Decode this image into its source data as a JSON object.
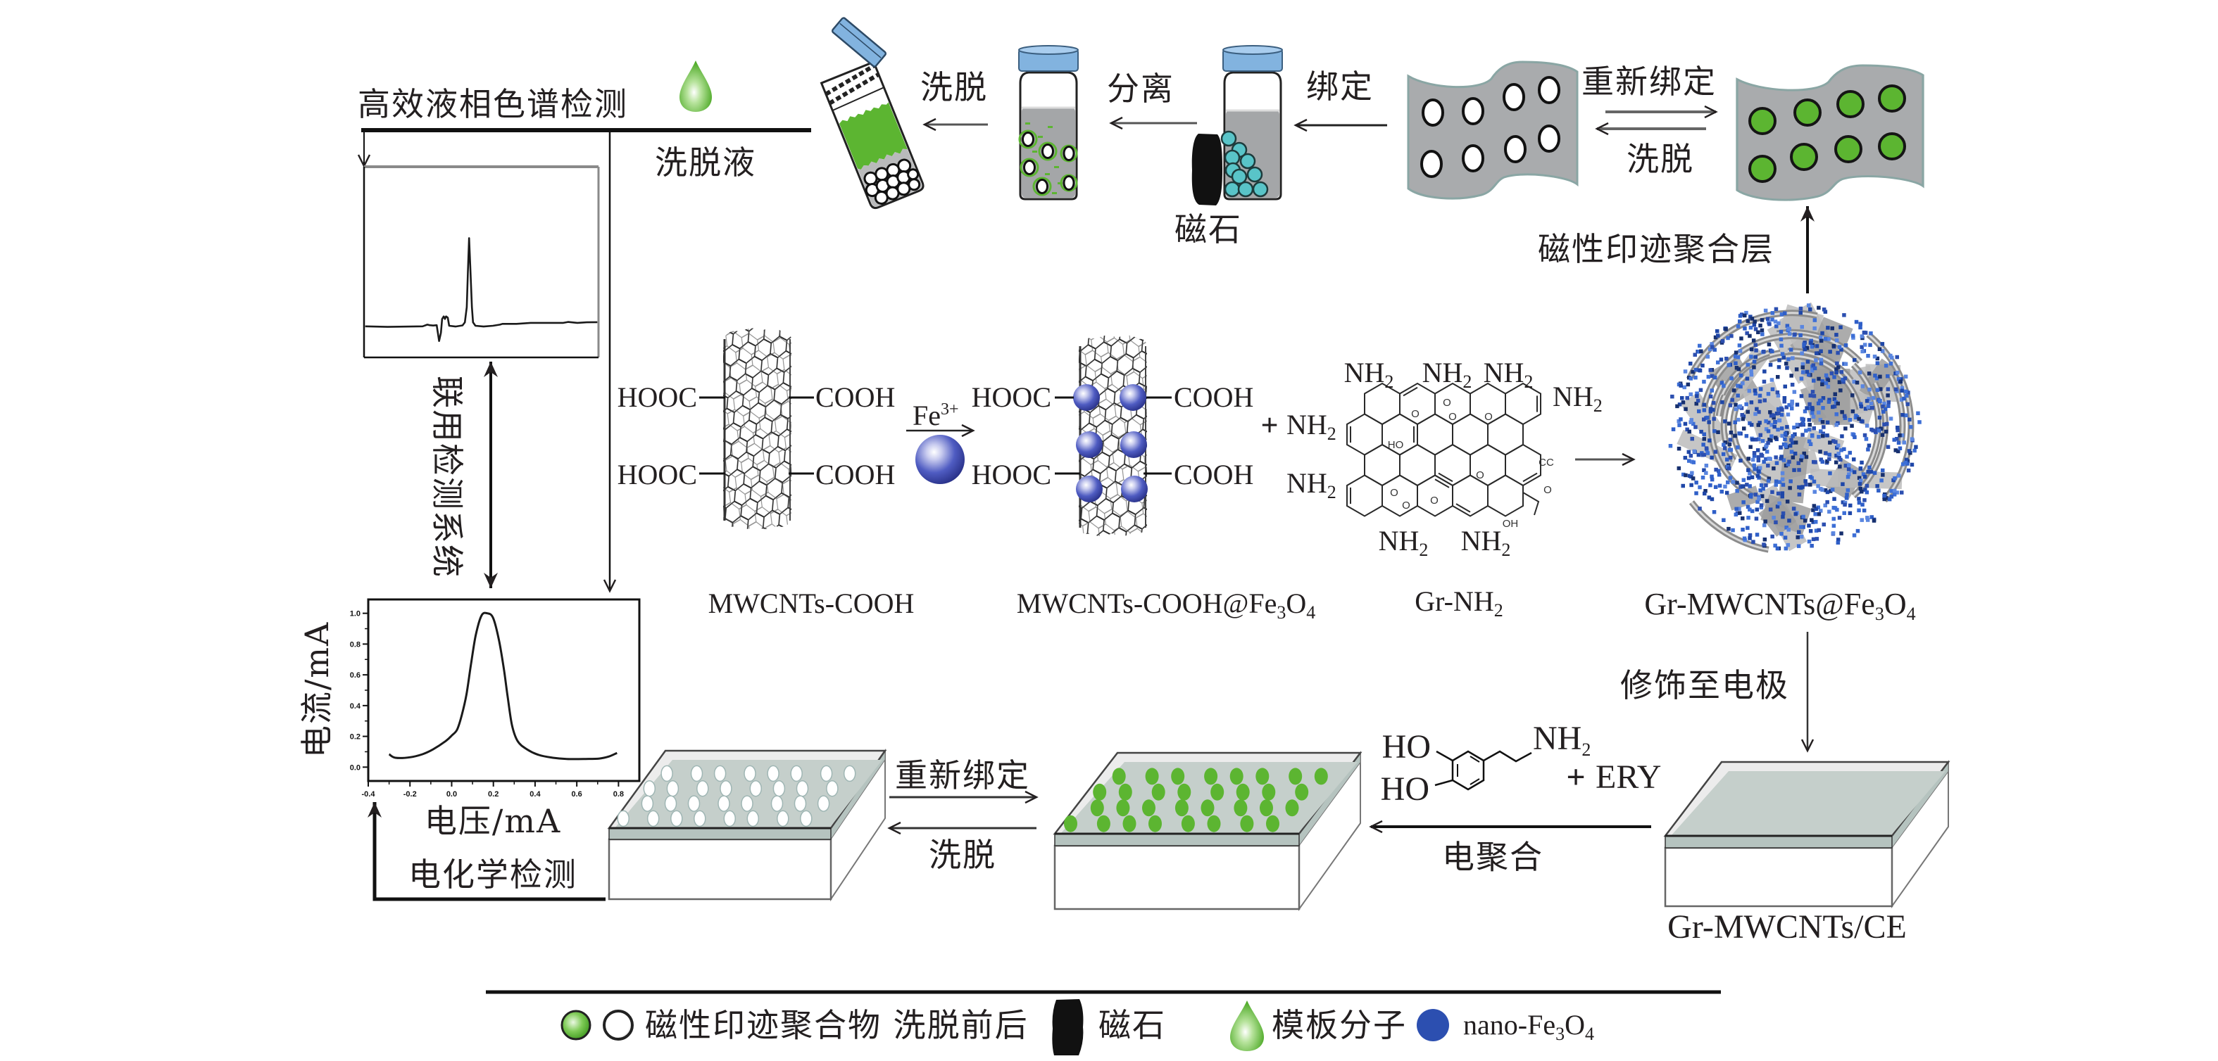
{
  "diagram": {
    "hplc": {
      "eluent_label": "洗脱液"
    },
    "extraction": {
      "elute_label": "洗脱",
      "separate_label": "分离",
      "bind_label": "绑定",
      "magnet_label": "磁石",
      "rebind_label": "重新绑定",
      "elute_reverse_label": "洗脱",
      "layer_label": "磁性印迹聚合层"
    },
    "combined_system_label": "联用检测系统",
    "synthesis": {
      "hooc": "HOOC",
      "cooh": "COOH",
      "reagent": "Fe",
      "reagent_charge": "3+",
      "plus": "+",
      "amine": "NH",
      "amine_sub": "2",
      "oxygen_labels": [
        "O",
        "O",
        "O",
        "O",
        "HO",
        "CC",
        "O",
        "O",
        "O",
        "O",
        "O",
        "OH"
      ],
      "mwcnts_cooh": "MWCNTs-COOH",
      "mwcnts_cooh_fe3o4": [
        "MWCNTs-COOH@Fe",
        "3",
        "O",
        "4"
      ],
      "gr_nh2": [
        "Gr-NH",
        "2"
      ],
      "gr_mwcnts_fe3o4": [
        "Gr-MWCNTs@Fe",
        "3",
        "O",
        "4"
      ]
    },
    "electrode": {
      "modify_label": "修饰至电极",
      "electrode_label": "Gr-MWCNTs/CE",
      "hydroxyl": "HO",
      "amine": "NH",
      "amine_sub": "2",
      "plus": "+",
      "template": "ERY",
      "polymerize_label": "电聚合",
      "rebind_label": "重新绑定",
      "elute_label": "洗脱"
    }
  },
  "legend": {
    "polymer_label": "磁性印迹聚合物 洗脱前后",
    "magnet_label": "磁石",
    "template_label": "模板分子",
    "fe3o4_label": [
      "nano-Fe",
      "3",
      "O",
      "4"
    ]
  },
  "colors": {
    "imprint_green": "#5cb531",
    "fe3o4_blue": "#2c4fb0",
    "vial_cap_blue": "#82b3df",
    "polymer_sheet_gray": "#a9abad",
    "vial_liquid_gray": "#a4a6a8",
    "bead_cyan": "#59c4c8",
    "electrode_film": "#c5cfcb",
    "magnet_black": "#111111"
  },
  "chart_data": [
    {
      "id": "dpv",
      "type": "line",
      "title": "电化学检测",
      "xlabel": "电压/mA",
      "ylabel": "电流/mA",
      "xlim": [
        -0.4,
        0.9
      ],
      "ylim": [
        -0.09,
        1.09
      ],
      "xticks": [
        -0.4,
        -0.2,
        0.0,
        0.2,
        0.4,
        0.6,
        0.8
      ],
      "xtick_labels": [
        "-0.4",
        "-0.2",
        "0.0",
        "0.2",
        "0.4",
        "0.6",
        "0.8"
      ],
      "yticks": [
        0.0,
        0.2,
        0.4,
        0.6,
        0.8,
        1.0
      ],
      "ytick_labels": [
        "0.0",
        "0.2",
        "0.4",
        "0.6",
        "0.8",
        "1.0"
      ],
      "grid": false,
      "legend": "none",
      "series": [
        {
          "x": [
            -0.3,
            -0.27,
            -0.2,
            -0.14,
            -0.09,
            -0.03,
            0.0,
            0.026,
            0.048,
            0.071,
            0.093,
            0.115,
            0.143,
            0.171,
            0.199,
            0.227,
            0.25,
            0.267,
            0.289,
            0.317,
            0.362,
            0.418,
            0.485,
            0.552,
            0.642,
            0.709,
            0.754,
            0.793
          ],
          "y": [
            0.084,
            0.061,
            0.064,
            0.084,
            0.115,
            0.168,
            0.205,
            0.244,
            0.336,
            0.473,
            0.672,
            0.855,
            0.985,
            1.0,
            0.969,
            0.824,
            0.641,
            0.473,
            0.275,
            0.168,
            0.115,
            0.079,
            0.061,
            0.053,
            0.053,
            0.056,
            0.069,
            0.092
          ]
        }
      ]
    },
    {
      "id": "hplc",
      "type": "line",
      "title": "高效液相色谱检测",
      "xlabel": "",
      "ylabel": "",
      "xlim": [
        0,
        1
      ],
      "ylim": [
        0,
        1
      ],
      "grid": false,
      "legend": "none",
      "series": [
        {
          "x": [
            0.005,
            0.1,
            0.2,
            0.25,
            0.27,
            0.28,
            0.295,
            0.31,
            0.32,
            0.328,
            0.333,
            0.34,
            0.345,
            0.35,
            0.357,
            0.363,
            0.39,
            0.42,
            0.43,
            0.438,
            0.443,
            0.448,
            0.453,
            0.46,
            0.465,
            0.475,
            0.51,
            0.55,
            0.58,
            0.59,
            0.65,
            0.71,
            0.78,
            0.85,
            0.87,
            0.91,
            0.95,
            0.995
          ],
          "y": [
            0.163,
            0.16,
            0.162,
            0.163,
            0.172,
            0.169,
            0.167,
            0.169,
            0.086,
            0.129,
            0.202,
            0.215,
            0.202,
            0.215,
            0.209,
            0.166,
            0.162,
            0.168,
            0.184,
            0.264,
            0.448,
            0.626,
            0.485,
            0.264,
            0.184,
            0.166,
            0.162,
            0.166,
            0.172,
            0.176,
            0.176,
            0.181,
            0.181,
            0.181,
            0.186,
            0.181,
            0.184,
            0.185
          ]
        }
      ]
    }
  ]
}
